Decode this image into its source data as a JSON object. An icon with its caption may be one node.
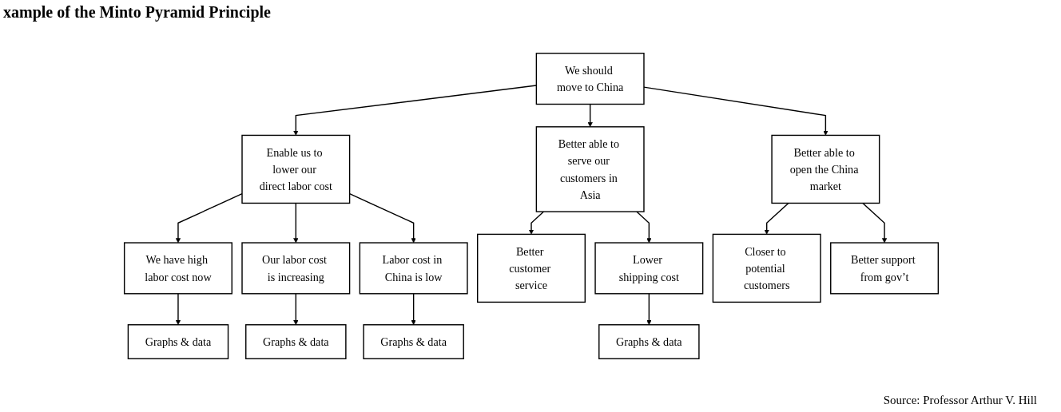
{
  "diagram": {
    "title": "xample of the Minto Pyramid Principle",
    "nodes": [
      {
        "text": [
          "We should move to China"
        ]
      },
      {
        "text": [
          "Enable us to lower our direct labor cost"
        ]
      },
      {
        "text": [
          "Better able to serve our customers in Asia"
        ]
      },
      {
        "text": [
          "Better able to open the China market"
        ]
      },
      {
        "text": [
          "We have high labor cost now"
        ]
      },
      {
        "text": [
          "Our labor cost is increasing"
        ]
      },
      {
        "text": [
          "Labor cost in China is low"
        ]
      },
      {
        "text": [
          "Better customer service"
        ]
      },
      {
        "text": [
          "Lower shipping cost"
        ]
      },
      {
        "text": [
          "Closer to potential customers"
        ]
      },
      {
        "text": [
          "Better support from gov’t"
        ]
      },
      {
        "text": [
          "Graphs & data"
        ]
      },
      {
        "text": [
          "Graphs & data"
        ]
      },
      {
        "text": [
          "Graphs & data"
        ]
      },
      {
        "text": [
          "Graphs & data"
        ]
      }
    ],
    "edges": [
      {
        "from": 0,
        "to": 1,
        "arrow": "to"
      },
      {
        "from": 0,
        "to": 2,
        "arrow": "to"
      },
      {
        "from": 0,
        "to": 3,
        "arrow": "to"
      },
      {
        "from": 1,
        "to": 4,
        "arrow": "to"
      },
      {
        "from": 1,
        "to": 5,
        "arrow": "to"
      },
      {
        "from": 1,
        "to": 6,
        "arrow": "to"
      },
      {
        "from": 2,
        "to": 7,
        "arrow": "to"
      },
      {
        "from": 2,
        "to": 8,
        "arrow": "to"
      },
      {
        "from": 3,
        "to": 9,
        "arrow": "to"
      },
      {
        "from": 3,
        "to": 10,
        "arrow": "to"
      },
      {
        "from": 4,
        "to": 11,
        "arrow": "to"
      },
      {
        "from": 5,
        "to": 12,
        "arrow": "to"
      },
      {
        "from": 6,
        "to": 13,
        "arrow": "to"
      },
      {
        "from": 8,
        "to": 14,
        "arrow": "to"
      }
    ],
    "labels": [
      "Source:  Professor Arthur V. Hill"
    ]
  }
}
